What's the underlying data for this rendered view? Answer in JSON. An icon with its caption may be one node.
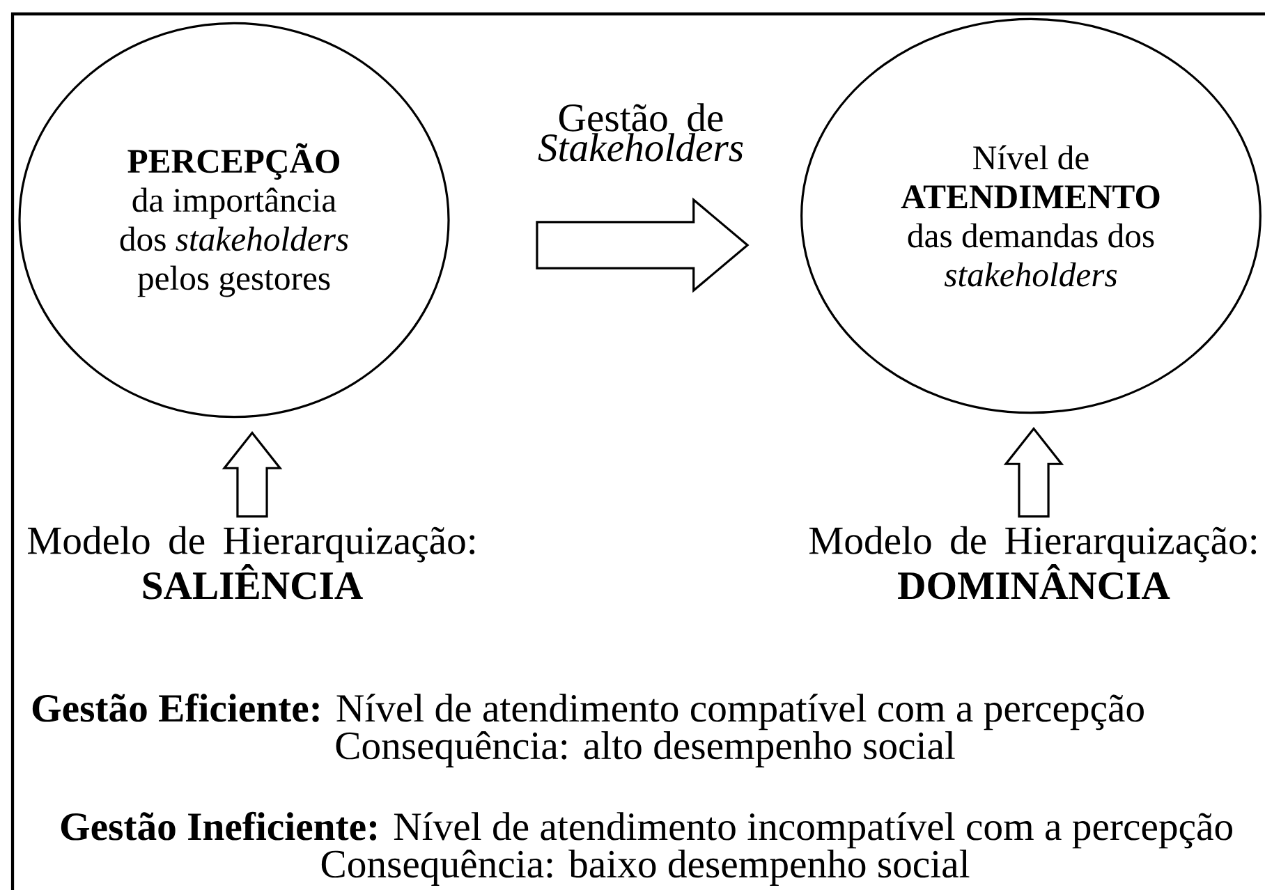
{
  "diagram": {
    "nodes": [
      {
        "text": [
          "PERCEPÇÃO",
          "da importância dos *stakeholders* pelos gestores"
        ]
      },
      {
        "text": [
          "Nível de **ATENDIMENTO** das demandas dos *stakeholders*"
        ]
      },
      {
        "text": [
          "Modelo de Hierarquização: **SALIÊNCIA**"
        ]
      },
      {
        "text": [
          "Modelo de Hierarquização: **DOMINÂNCIA**"
        ]
      }
    ],
    "edges": [
      {
        "from": 0,
        "to": 1,
        "arrow": "to",
        "label": "Gestão de *Stakeholders*"
      },
      {
        "from": 2,
        "to": 0,
        "arrow": "to"
      },
      {
        "from": 3,
        "to": 1,
        "arrow": "to"
      }
    ],
    "labels": [
      "**Gestão Eficiente:** Nível de atendimento compatível com a percepção",
      "Consequência: alto desempenho social",
      "**Gestão Ineficiente:** Nível de atendimento incompatível com a percepção",
      "Consequência: baixo desempenho social"
    ]
  }
}
